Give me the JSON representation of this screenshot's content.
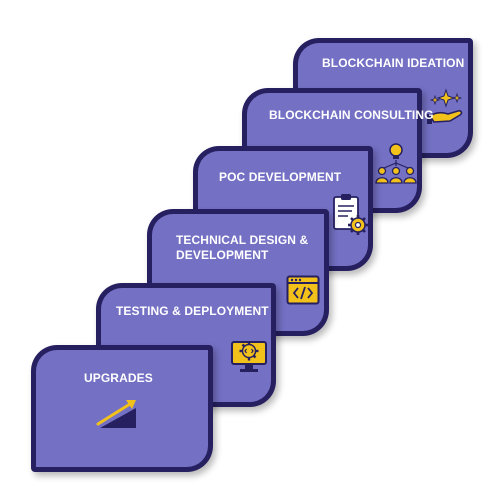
{
  "diagram": {
    "steps": [
      {
        "label": "BLOCKCHAIN IDEATION",
        "icon": "hand-idea-icon"
      },
      {
        "label": "BLOCKCHAIN CONSULTING",
        "icon": "team-idea-icon"
      },
      {
        "label": "POC DEVELOPMENT",
        "icon": "clipboard-gear-icon"
      },
      {
        "label": "TECHNICAL DESIGN &\nDEVELOPMENT",
        "icon": "code-window-icon"
      },
      {
        "label": "TESTING & DEPLOYMENT",
        "icon": "monitor-gear-icon"
      },
      {
        "label": "UPGRADES",
        "icon": "growth-arrow-icon"
      }
    ],
    "colors": {
      "card_fill": "#7470c4",
      "card_border": "#262060",
      "icon_accent": "#f2c21b",
      "icon_dark": "#262060",
      "text": "#ffffff"
    }
  }
}
